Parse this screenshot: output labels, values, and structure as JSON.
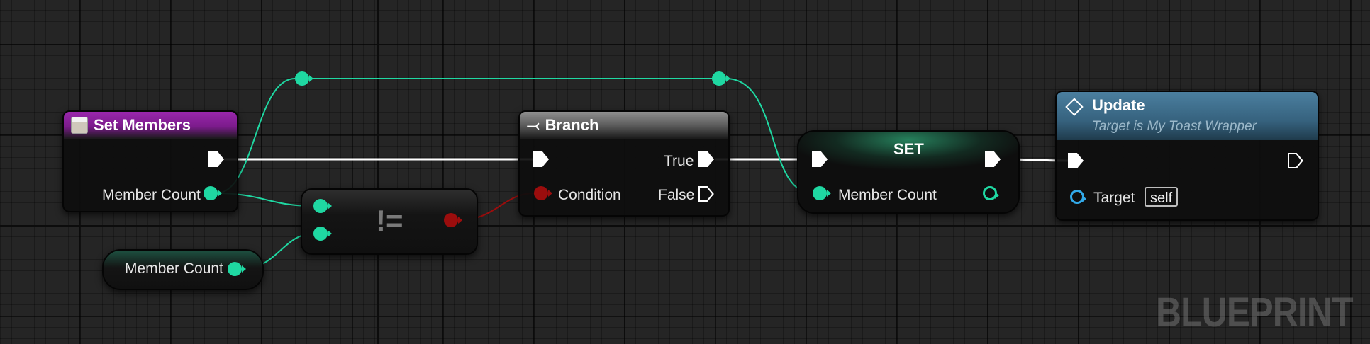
{
  "graph": {
    "watermark": "BLUEPRINT"
  },
  "colors": {
    "exec_wire": "#ffffff",
    "int_wire": "#1fd8a2",
    "bool_wire": "#9b0d0d",
    "function_header": "#8a1e9e",
    "branch_header": "#6a6a6a",
    "set_header": "#1f6a4e",
    "event_header": "#3e6f8e"
  },
  "nodes": {
    "set_members": {
      "title": "Set Members",
      "icon": "function-icon",
      "pins": {
        "member_count": "Member Count"
      }
    },
    "member_count_getter": {
      "label": "Member Count"
    },
    "not_equal": {
      "symbol": "!="
    },
    "branch": {
      "title": "Branch",
      "icon": "branch-icon",
      "pins": {
        "condition": "Condition",
        "true": "True",
        "false": "False"
      }
    },
    "set": {
      "title": "SET",
      "pins": {
        "member_count": "Member Count"
      }
    },
    "update": {
      "title": "Update",
      "subtitle": "Target is My Toast Wrapper",
      "icon": "diamond-icon",
      "pins": {
        "target": "Target",
        "target_value": "self"
      }
    }
  }
}
